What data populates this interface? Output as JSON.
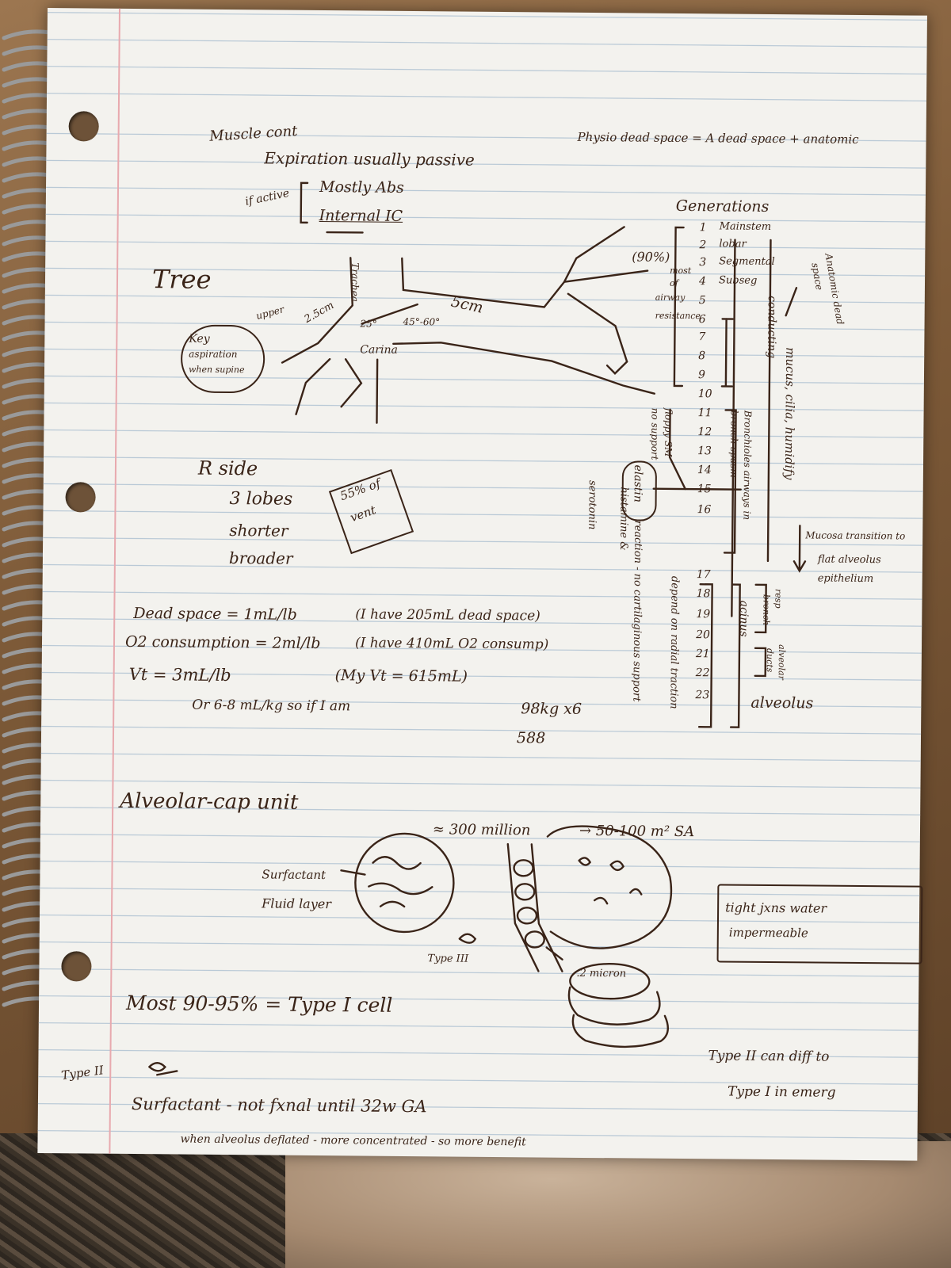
{
  "top": {
    "muscle_note": "Muscle cont",
    "expiration": "Expiration usually passive",
    "if_active": "if active",
    "abs": "Mostly Abs",
    "internal_ic": "Internal IC",
    "physio_dead_space": "Physio dead space = A dead space + anatomic"
  },
  "tree": {
    "title": "Tree",
    "trachea": "Trachea",
    "len_25": "2.5cm",
    "len_5": "5cm",
    "angle_25": "25°",
    "angle_45": "45°-60°",
    "carina": "Carina",
    "upper": "upper",
    "key_aspiration": [
      "Key",
      "aspiration",
      "when supine"
    ],
    "r_side": "R side",
    "three_lobes": "3 lobes",
    "shorter": "shorter",
    "broader": "broader",
    "pct_vent": [
      "55% of",
      "vent"
    ],
    "pct_90": "(90%)",
    "most_airway": [
      "most",
      "of",
      "airway",
      "resistance"
    ]
  },
  "generations": {
    "title": "Generations",
    "items": [
      {
        "n": "1",
        "label": "Mainstem"
      },
      {
        "n": "2",
        "label": "lobar"
      },
      {
        "n": "3",
        "label": "Segmental"
      },
      {
        "n": "4",
        "label": "Subseg"
      },
      {
        "n": "5",
        "label": ""
      },
      {
        "n": "6",
        "label": ""
      },
      {
        "n": "7",
        "label": ""
      },
      {
        "n": "8",
        "label": ""
      },
      {
        "n": "9",
        "label": ""
      },
      {
        "n": "10",
        "label": ""
      },
      {
        "n": "11",
        "label": ""
      },
      {
        "n": "12",
        "label": ""
      },
      {
        "n": "13",
        "label": ""
      },
      {
        "n": "14",
        "label": ""
      },
      {
        "n": "15",
        "label": ""
      },
      {
        "n": "16",
        "label": ""
      },
      {
        "n": "17",
        "label": ""
      },
      {
        "n": "18",
        "label": ""
      },
      {
        "n": "19",
        "label": ""
      },
      {
        "n": "20",
        "label": ""
      },
      {
        "n": "21",
        "label": ""
      },
      {
        "n": "22",
        "label": ""
      },
      {
        "n": "23",
        "label": ""
      }
    ],
    "conducting": "conducting",
    "mucus": "mucus, cilia, humidify",
    "anatomic_dead": [
      "Anatomic dead",
      "space"
    ],
    "floppy": [
      "floppy SM",
      "no support"
    ],
    "bronchioles": [
      "Bronchioles airways in",
      "bronch spasm"
    ],
    "elastin": "elastin",
    "histamine": "histamine &",
    "serotonin": "serotonin",
    "reaction": "reaction - no cartilaginous support",
    "radial": "depend on radial traction",
    "mucosa": [
      "Mucosa transition to",
      "flat alveolus",
      "epithelium"
    ],
    "resp_bronch": [
      "resp",
      "bronch"
    ],
    "acinus": "acinus",
    "alveolar_ducts": [
      "alveolar",
      "ducts"
    ],
    "alveolus": "alveolus"
  },
  "formulas": {
    "dead_space": "Dead space = 1mL/lb",
    "dead_space_me": "(I have 205mL dead space)",
    "o2": "O2 consumption = 2ml/lb",
    "o2_me": "(I have 410mL O2 consump)",
    "vt": "Vt = 3mL/lb",
    "vt_me": "(My Vt = 615mL)",
    "or_mlkg": "Or 6-8 mL/kg  so if I am",
    "kg": "98kg x6",
    "result": "588"
  },
  "alveolar": {
    "title": "Alveolar-cap unit",
    "million": "≈ 300 million",
    "sa": "→ 50-100 m² SA",
    "surfactant": "Surfactant",
    "fluid": "Fluid layer",
    "type3": "Type III",
    "micron": ".2 micron",
    "tight": [
      "tight jxns water",
      "impermeable"
    ],
    "most_type1": "Most 90-95% = Type I cell",
    "type2_label": "Type II",
    "surfactant_note": "Surfactant - not fxnal until 32w GA",
    "deflated": "when alveolus deflated - more concentrated - so more benefit",
    "type2_diff": [
      "Type II can diff to",
      "Type I in emerg"
    ]
  }
}
